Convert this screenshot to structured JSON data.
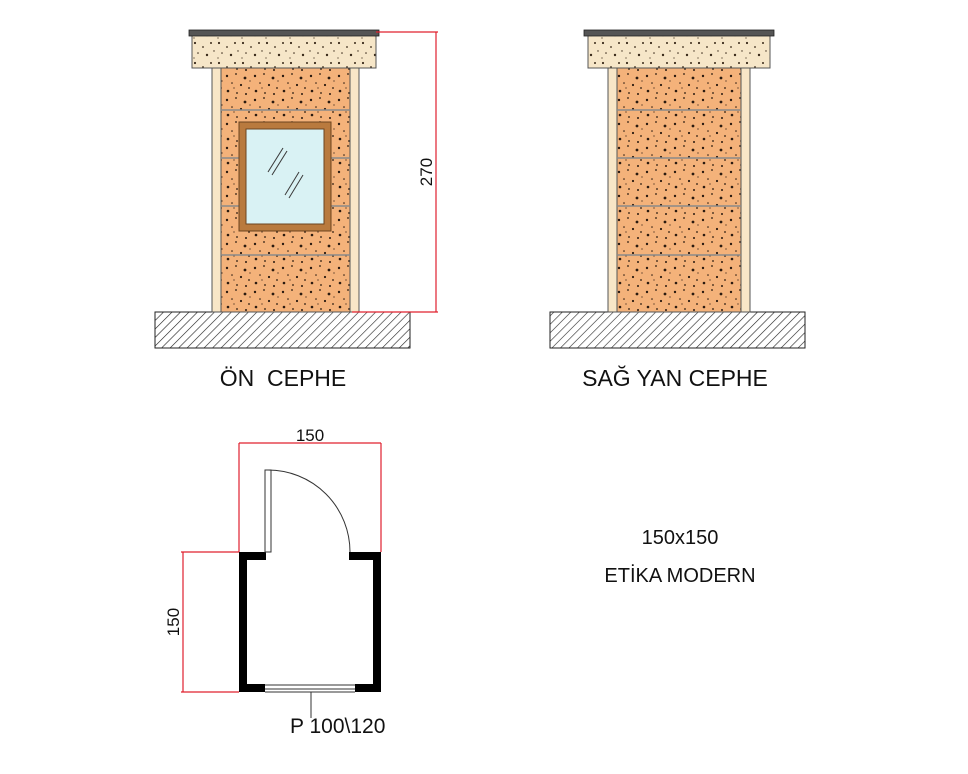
{
  "views": {
    "front": {
      "label": "ÖN  CEPHE"
    },
    "side": {
      "label": "SAĞ YAN CEPHE"
    }
  },
  "dimensions": {
    "height": "270",
    "plan_width": "150",
    "plan_depth": "150",
    "window": "P 100\\120"
  },
  "product": {
    "size": "150x150",
    "name": "ETİKA MODERN"
  },
  "colors": {
    "wall_fill": "#f4b27a",
    "frame": "#f8e6c7",
    "cap": "#f6e6c8",
    "window_frame": "#b97a3e",
    "glass": "#d9f2f4",
    "dimension_line": "#e0202e",
    "plan_wall": "#000000"
  }
}
